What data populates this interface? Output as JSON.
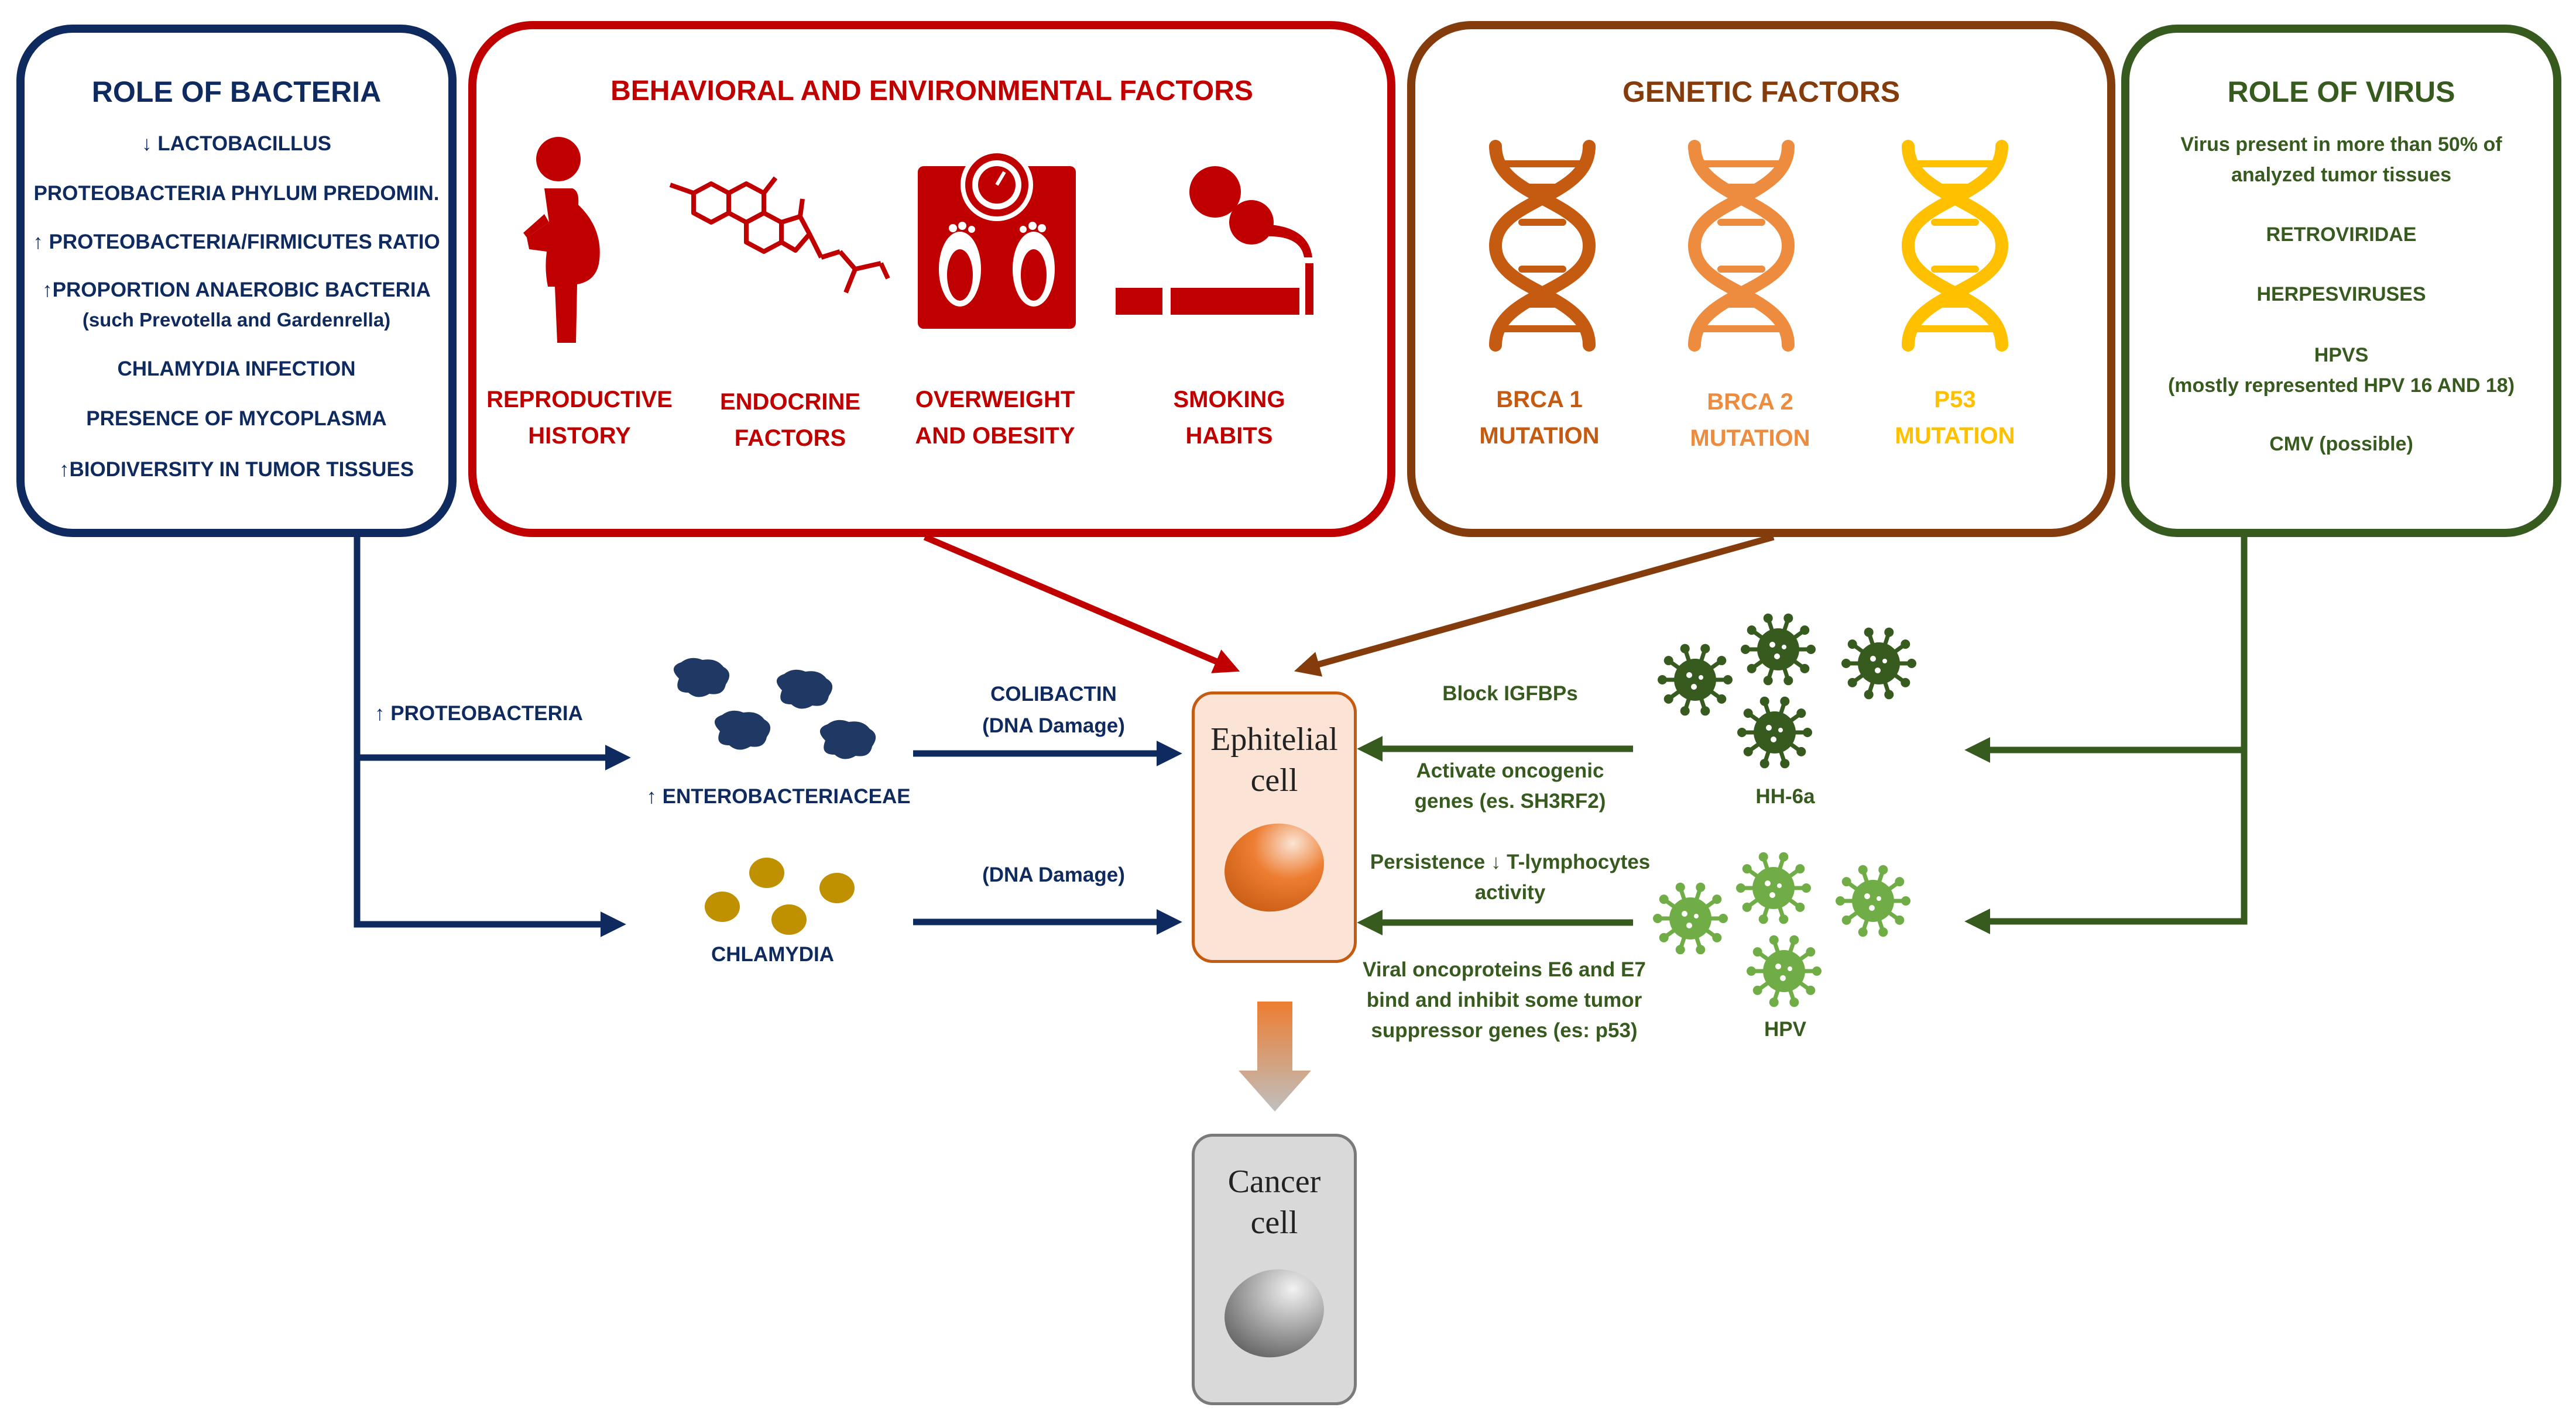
{
  "bacteria_box": {
    "title": "ROLE OF BACTERIA",
    "items": [
      "↓ LACTOBACILLUS",
      "PROTEOBACTERIA PHYLUM PREDOMIN.",
      "↑ PROTEOBACTERIA/FIRMICUTES RATIO",
      "↑PROPORTION ANAEROBIC BACTERIA",
      "(such Prevotella and Gardenrella)",
      "CHLAMYDIA INFECTION",
      "PRESENCE OF MYCOPLASMA",
      "↑BIODIVERSITY IN TUMOR TISSUES"
    ]
  },
  "behavioral_box": {
    "title": "BEHAVIORAL AND ENVIRONMENTAL FACTORS",
    "items": [
      {
        "l1": "REPRODUCTIVE",
        "l2": "HISTORY",
        "icon": "pregnant-woman-icon"
      },
      {
        "l1": "ENDOCRINE",
        "l2": "FACTORS",
        "icon": "steroid-molecule-icon"
      },
      {
        "l1": "OVERWEIGHT",
        "l2": "AND OBESITY",
        "icon": "weight-scale-icon"
      },
      {
        "l1": "SMOKING",
        "l2": "HABITS",
        "icon": "cigarette-icon"
      }
    ]
  },
  "genetic_box": {
    "title": "GENETIC FACTORS",
    "items": [
      {
        "l1": "BRCA 1",
        "l2": "MUTATION",
        "color": "#c55a11"
      },
      {
        "l1": "BRCA 2",
        "l2": "MUTATION",
        "color": "#ed8b3e"
      },
      {
        "l1": "P53",
        "l2": "MUTATION",
        "color": "#ffc000"
      }
    ]
  },
  "virus_box": {
    "title": "ROLE OF VIRUS",
    "items": [
      "Virus present in more than 50% of",
      "analyzed tumor tissues",
      "RETROVIRIDAE",
      "HERPESVIRUSES",
      "HPVS",
      "(mostly represented HPV 16 AND 18)",
      "CMV (possible)"
    ]
  },
  "flow": {
    "proteobacteria": "↑ PROTEOBACTERIA",
    "enterobacteriaceae": "↑ ENTEROBACTERIACEAE",
    "chlamydia": "CHLAMYDIA",
    "colibactin_1": "COLIBACTIN",
    "colibactin_2": "(DNA Damage)",
    "dna_damage": "(DNA Damage)",
    "epithelial_1": "Ephitelial",
    "epithelial_2": "cell",
    "cancer_1": "Cancer",
    "cancer_2": "cell",
    "block": "Block  IGFBPs",
    "activate_1": "Activate oncogenic",
    "activate_2": "genes (es. SH3RF2)",
    "hh6a": "HH-6a",
    "persistence_1": "Persistence ↓ T-lymphocytes",
    "persistence_2": "activity",
    "viral_1": "Viral oncoproteins E6 and E7",
    "viral_2": "bind and inhibit some tumor",
    "viral_3": "suppressor genes (es: p53)",
    "hpv": "HPV"
  },
  "colors": {
    "bacteria": "#0f2a5f",
    "behavioral": "#c00000",
    "genetic": "#843c0c",
    "virus": "#375a1e",
    "virus_light": "#70ad47",
    "chlamydia": "#bf9000"
  }
}
